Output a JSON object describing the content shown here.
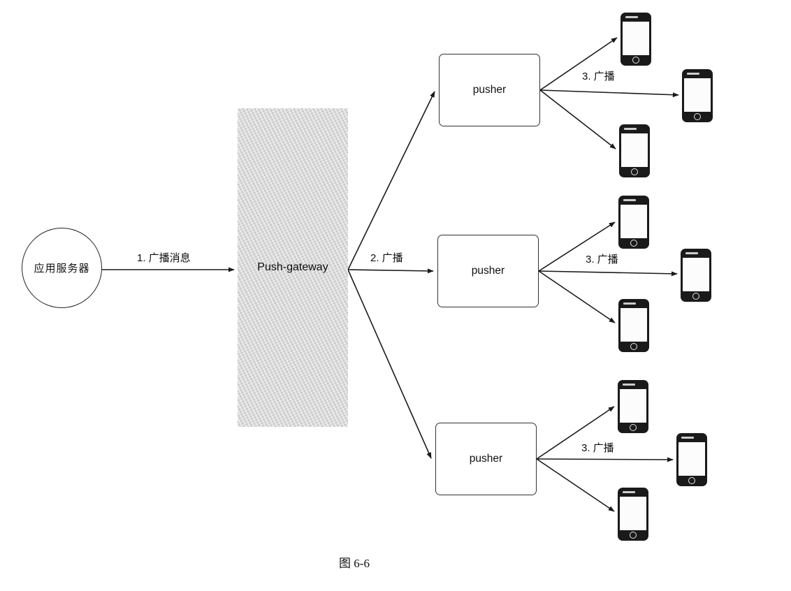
{
  "figure": {
    "caption": "图 6-6"
  },
  "nodes": {
    "app_server": "应用服务器",
    "gateway": "Push-gateway",
    "pushers": [
      {
        "label": "pusher"
      },
      {
        "label": "pusher"
      },
      {
        "label": "pusher"
      }
    ]
  },
  "edge_labels": {
    "step1": "1. 广播消息",
    "step2": "2. 广播",
    "step3": "3. 广播"
  },
  "icons": {
    "phone": "smartphone-icon"
  },
  "colors": {
    "line": "#1a1a1a",
    "gateway_fill": "#dadada",
    "node_border": "#2b2b2b"
  }
}
